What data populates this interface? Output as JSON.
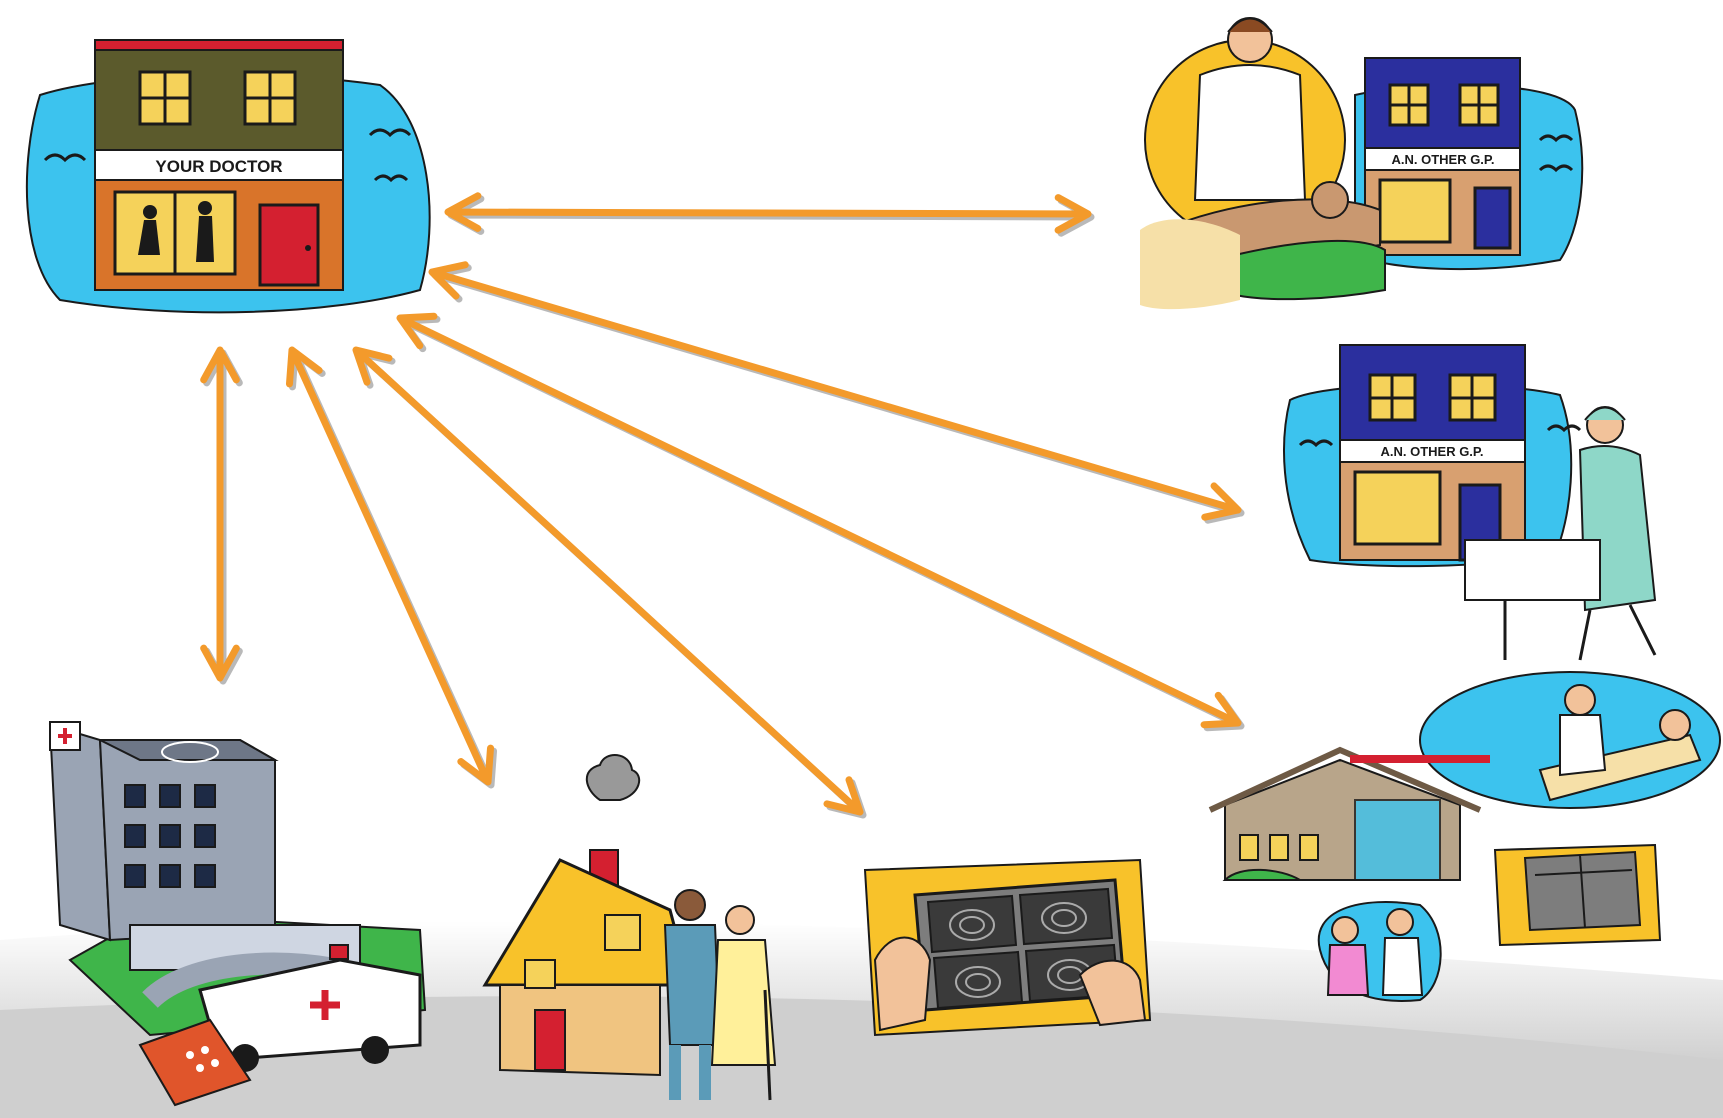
{
  "signs": {
    "your_doctor": "YOUR DOCTOR",
    "other_gp_top": "A.N. OTHER G.P.",
    "other_gp_middle": "A.N. OTHER G.P."
  },
  "colors": {
    "arrow": "#f39a2b",
    "arrow_shadow": "#8a8a8a",
    "sky": "#3cc3ee",
    "floor_gray": "#d6d6d6",
    "brick_orange": "#d9742a",
    "roof_green": "#5b5a2c",
    "door_red": "#d42030",
    "gp_blue": "#2b2f9e",
    "window_yellow": "#f5d25a",
    "grass_green": "#3fb54a",
    "yellow_bg": "#f8c22a",
    "scrubs": "#8ed7c8"
  },
  "icons": [
    "your-doctor-surgery-icon",
    "other-gp-physio-icon",
    "other-gp-surgical-nurse-icon",
    "hospital-ambulance-icon",
    "home-elderly-couple-icon",
    "xray-scan-icon",
    "health-centre-services-icon"
  ],
  "connections": [
    {
      "from": "your-doctor",
      "to": "other-gp-physio"
    },
    {
      "from": "your-doctor",
      "to": "other-gp-surgical-nurse"
    },
    {
      "from": "your-doctor",
      "to": "health-centre-services"
    },
    {
      "from": "your-doctor",
      "to": "hospital-ambulance"
    },
    {
      "from": "your-doctor",
      "to": "home-elderly-couple"
    },
    {
      "from": "your-doctor",
      "to": "xray-scan"
    }
  ]
}
